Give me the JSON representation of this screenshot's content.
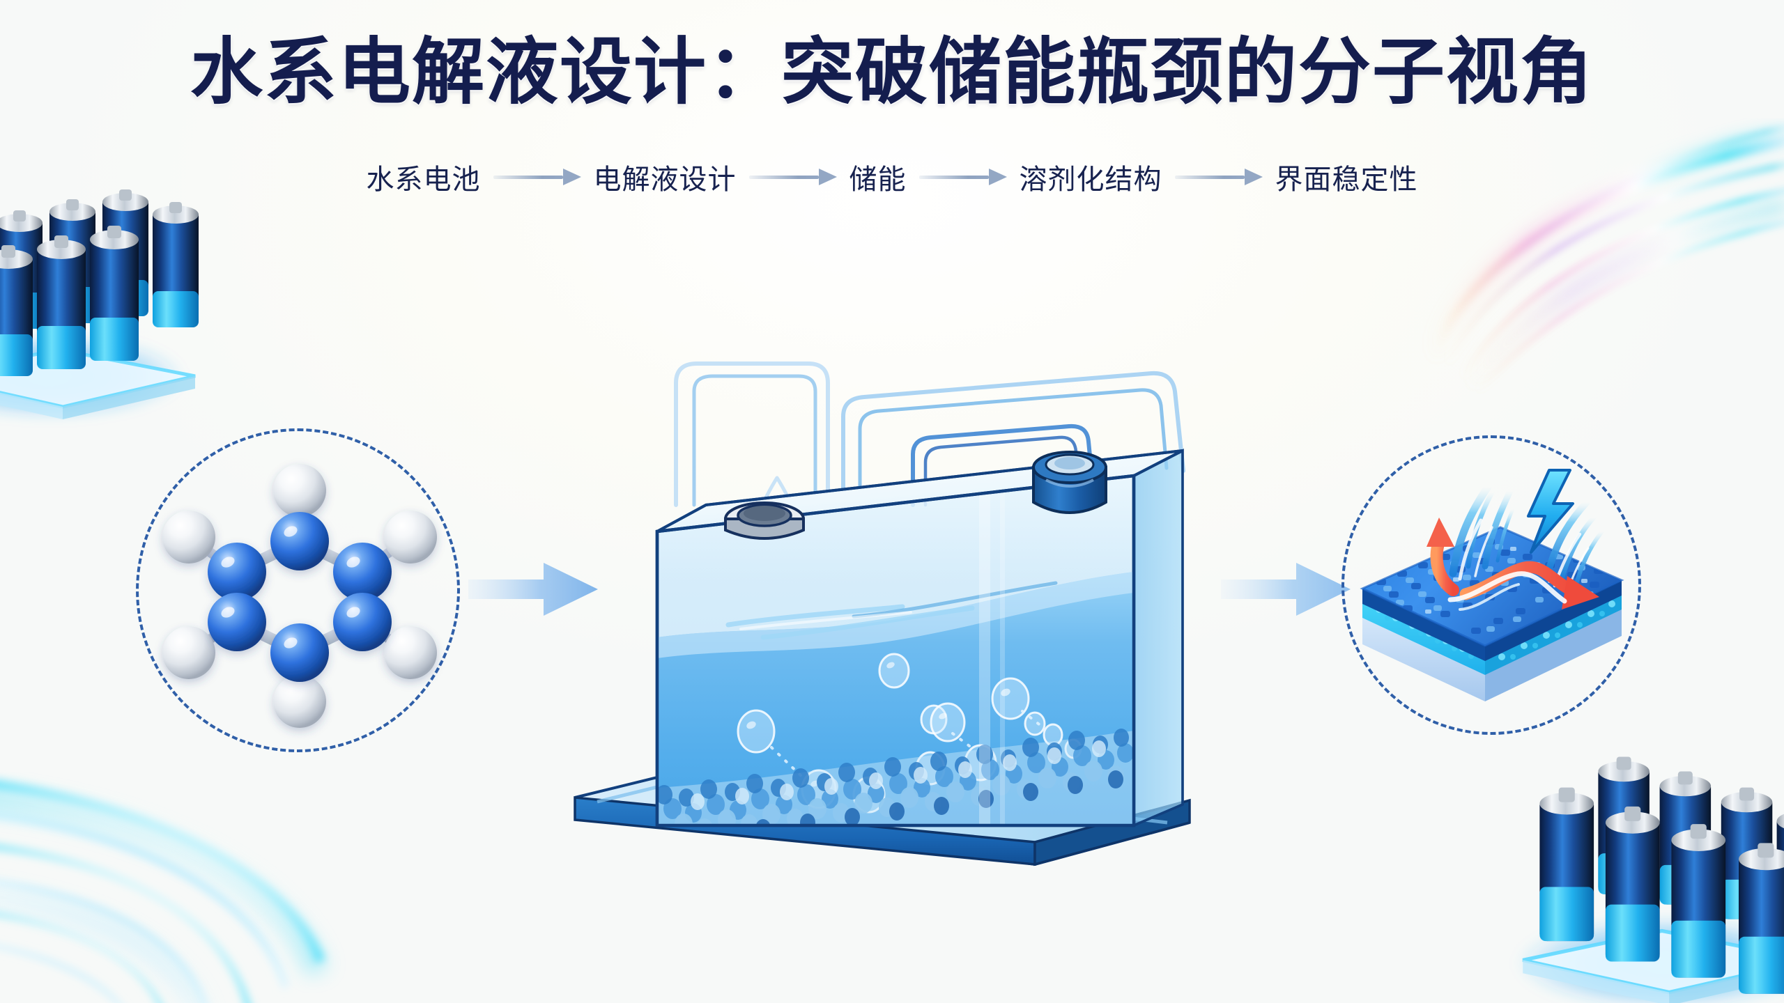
{
  "page": {
    "title": "水系电解液设计：突破储能瓶颈的分子视角",
    "background_color": "#fdfdfa",
    "title_color": "#141d4e"
  },
  "breadcrumb": {
    "separator_icon": "arrow-right-icon",
    "items": [
      {
        "label": "水系电池"
      },
      {
        "label": "电解液设计"
      },
      {
        "label": "储能"
      },
      {
        "label": "溶剂化结构"
      },
      {
        "label": "界面稳定性"
      }
    ]
  },
  "flow": {
    "arrow_color": "#9cc6f0",
    "arrows": [
      {
        "name": "arrow-molecule-to-cell"
      },
      {
        "name": "arrow-cell-to-interface"
      }
    ]
  },
  "panels": {
    "molecule": {
      "name": "molecule-diagram",
      "caption": "",
      "ring_atom_count": 6,
      "hydrogen_count": 6,
      "ring_atom_color": "#2f77dd",
      "hydrogen_color": "#f2f4f7",
      "circle_border_color": "#2f5fa8"
    },
    "cell": {
      "name": "electrolyte-cell-diagram",
      "body_color": "#9fd2f5",
      "liquid_color": "#4ba7ea",
      "outline_color": "#15255e",
      "base_color": "#1763b5",
      "cap_color": "#1e5aa8",
      "bubbles": 12,
      "particles_rows": 4
    },
    "interface": {
      "name": "interface-stability-diagram",
      "layer_top_color": "#1f6fd8",
      "layer_mid_color": "#37c6f5",
      "layer_base_color": "#c8ddf5",
      "arrow_hot_color": "#f4614b",
      "bolt_color": "#27b6f0",
      "circle_border_color": "#2f5fa8"
    }
  },
  "decorations": {
    "battery_cluster_top_left": {
      "name": "battery-cluster",
      "count": 8
    },
    "battery_cluster_bottom_right": {
      "name": "battery-cluster",
      "count": 8
    },
    "light_streak_top_right": {
      "name": "light-streak"
    },
    "light_streak_bottom_left": {
      "name": "light-streak"
    },
    "line_art_tubes": {
      "name": "tube-line-art"
    },
    "line_art_droplet": {
      "name": "water-droplet-line-art"
    }
  }
}
